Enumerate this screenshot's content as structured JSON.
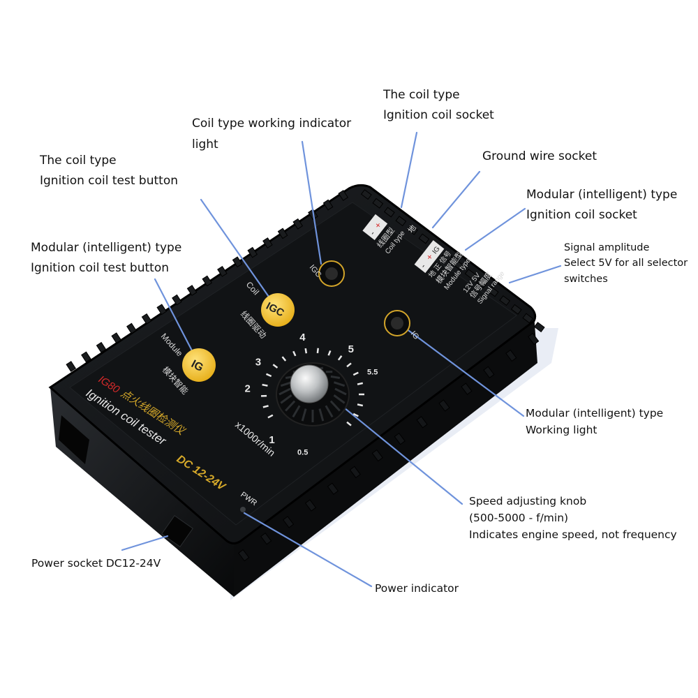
{
  "device": {
    "model": "IG80",
    "title_cn": "点火线圈检测仪",
    "title_en": "Ignition coil tester",
    "voltage": "DC 12-24V",
    "pwr": "PWR",
    "coil_button": "IGC",
    "coil_label_en": "Coil",
    "coil_label_cn": "线圈驱动",
    "module_button": "IG",
    "module_label_en": "Module",
    "module_label_cn": "模块智能",
    "indicator_igc": "IGC",
    "indicator_ig": "IG",
    "coil_type_cn": "线圈型",
    "coil_type_en": "Coil type",
    "coil_sock_1": "-",
    "coil_sock_2": "+",
    "coil_sock_3": "地",
    "module_type_cn": "模块智能型",
    "module_type_en": "Module type",
    "module_sock_1": "-",
    "module_sock_2": "+",
    "module_sock_3": "IG",
    "module_sock_cn": "地 正 信号",
    "signal_volts": "12V  5V",
    "signal_range_cn": "信号幅度",
    "signal_range_en": "Signal range",
    "dial_unit": "x1000r/min",
    "dial_marks": [
      "0.5",
      "1",
      "2",
      "3",
      "4",
      "5",
      "5.5"
    ]
  },
  "callouts": [
    {
      "id": "coil-socket",
      "lines": [
        "The coil type",
        "Ignition coil socket"
      ]
    },
    {
      "id": "coil-indicator",
      "lines": [
        "Coil type working indicator",
        "light"
      ]
    },
    {
      "id": "ground-socket",
      "lines": [
        "Ground wire socket"
      ]
    },
    {
      "id": "coil-button",
      "lines": [
        "The coil type",
        "Ignition coil test button"
      ]
    },
    {
      "id": "module-socket",
      "lines": [
        "Modular (intelligent) type",
        "Ignition coil socket"
      ]
    },
    {
      "id": "module-button",
      "lines": [
        "Modular (intelligent) type",
        "Ignition coil test button"
      ]
    },
    {
      "id": "signal-amplitude",
      "lines": [
        "Signal amplitude",
        "Select 5V for all selector",
        "switches"
      ]
    },
    {
      "id": "module-light",
      "lines": [
        "Modular (intelligent) type",
        "Working light"
      ]
    },
    {
      "id": "speed-knob",
      "lines": [
        "Speed adjusting knob",
        "(500-5000 - f/min)",
        "Indicates engine speed, not frequency"
      ]
    },
    {
      "id": "power-socket",
      "lines": [
        "Power socket DC12-24V"
      ]
    },
    {
      "id": "power-indicator",
      "lines": [
        "Power indicator"
      ]
    }
  ],
  "colors": {
    "leader_line": "#6f93dc",
    "device_body": "#121416",
    "button_yellow": "#f3c42a",
    "model_red": "#d62a2a",
    "dial_text": "#e9e9e9",
    "voltage_yellow": "#d6a92a"
  }
}
